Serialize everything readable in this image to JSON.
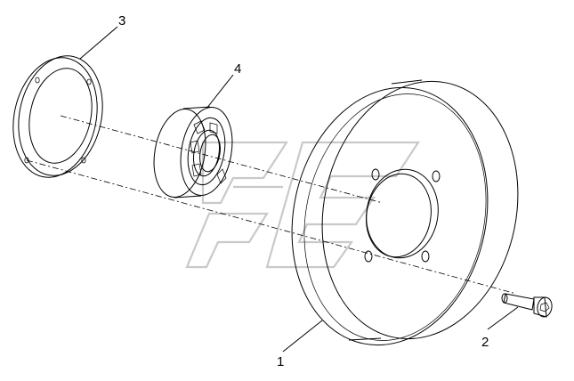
{
  "callouts": {
    "part_1": "1",
    "part_2": "2",
    "part_3": "3",
    "part_4": "4"
  },
  "colors": {
    "line": "#000000",
    "background": "#ffffff",
    "watermark": "#c9c9c9"
  }
}
